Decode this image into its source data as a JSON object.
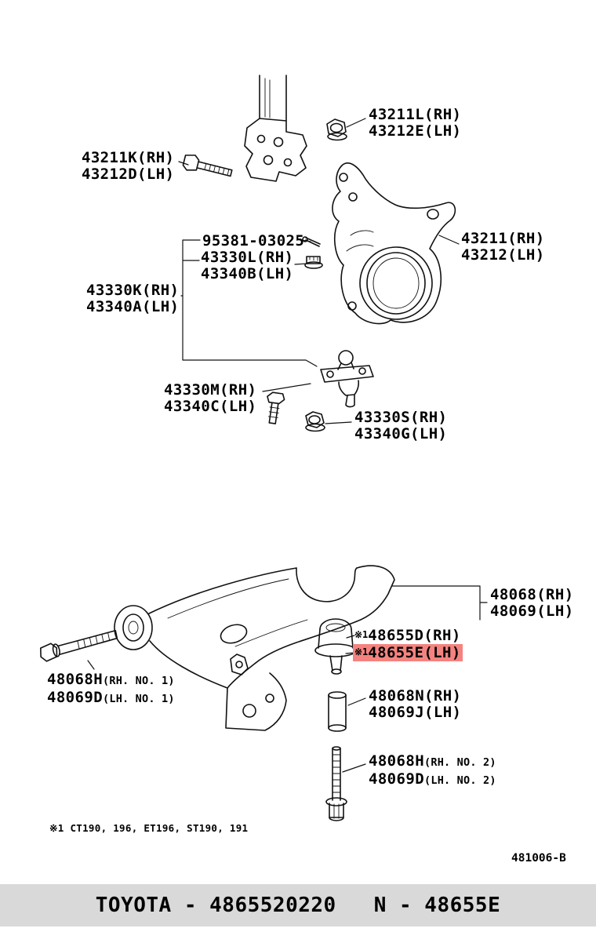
{
  "colors": {
    "highlight": "#f4837f",
    "footer_band": "#d9d9d9",
    "line_art": "#111111"
  },
  "labels": {
    "strut_nut": {
      "line1": "43211L(RH)",
      "line2": "43212E(LH)"
    },
    "strut_bolt": {
      "line1": "43211K(RH)",
      "line2": "43212D(LH)"
    },
    "cotter_pin": {
      "line1": "95381-03025"
    },
    "castle_nut": {
      "line1": "43330L(RH)",
      "line2": "43340B(LH)"
    },
    "ball_joint_kit": {
      "line1": "43330K(RH)",
      "line2": "43340A(LH)"
    },
    "knuckle": {
      "line1": "43211(RH)",
      "line2": "43212(LH)"
    },
    "lower_ball_joint": {
      "line1": "43330M(RH)",
      "line2": "43340C(LH)"
    },
    "ball_joint_nut": {
      "line1": "43330S(RH)",
      "line2": "43340G(LH)"
    },
    "lower_arm": {
      "line1": "48068(RH)",
      "line2": "48069(LH)"
    },
    "bushing": {
      "prefix1": "※1",
      "main1": "48655D(RH)",
      "prefix2": "※1",
      "main2": "48655E(LH)"
    },
    "arm_bolt_no1": {
      "main1": "48068H",
      "suffix1": "(RH. NO. 1)",
      "main2": "48069D",
      "suffix2": "(LH. NO. 1)"
    },
    "collar": {
      "line1": "48068N(RH)",
      "line2": "48069J(LH)"
    },
    "arm_bolt_no2": {
      "main1": "48068H",
      "suffix1": "(RH. NO. 2)",
      "main2": "48069D",
      "suffix2": "(LH. NO. 2)"
    }
  },
  "footnote": {
    "prefix": "※1",
    "text": "CT190, 196, ET196, ST190, 191"
  },
  "ref_code": "481006-B",
  "footer": {
    "left": "TOYOTA - 4865520220",
    "right": "N - 48655E"
  }
}
